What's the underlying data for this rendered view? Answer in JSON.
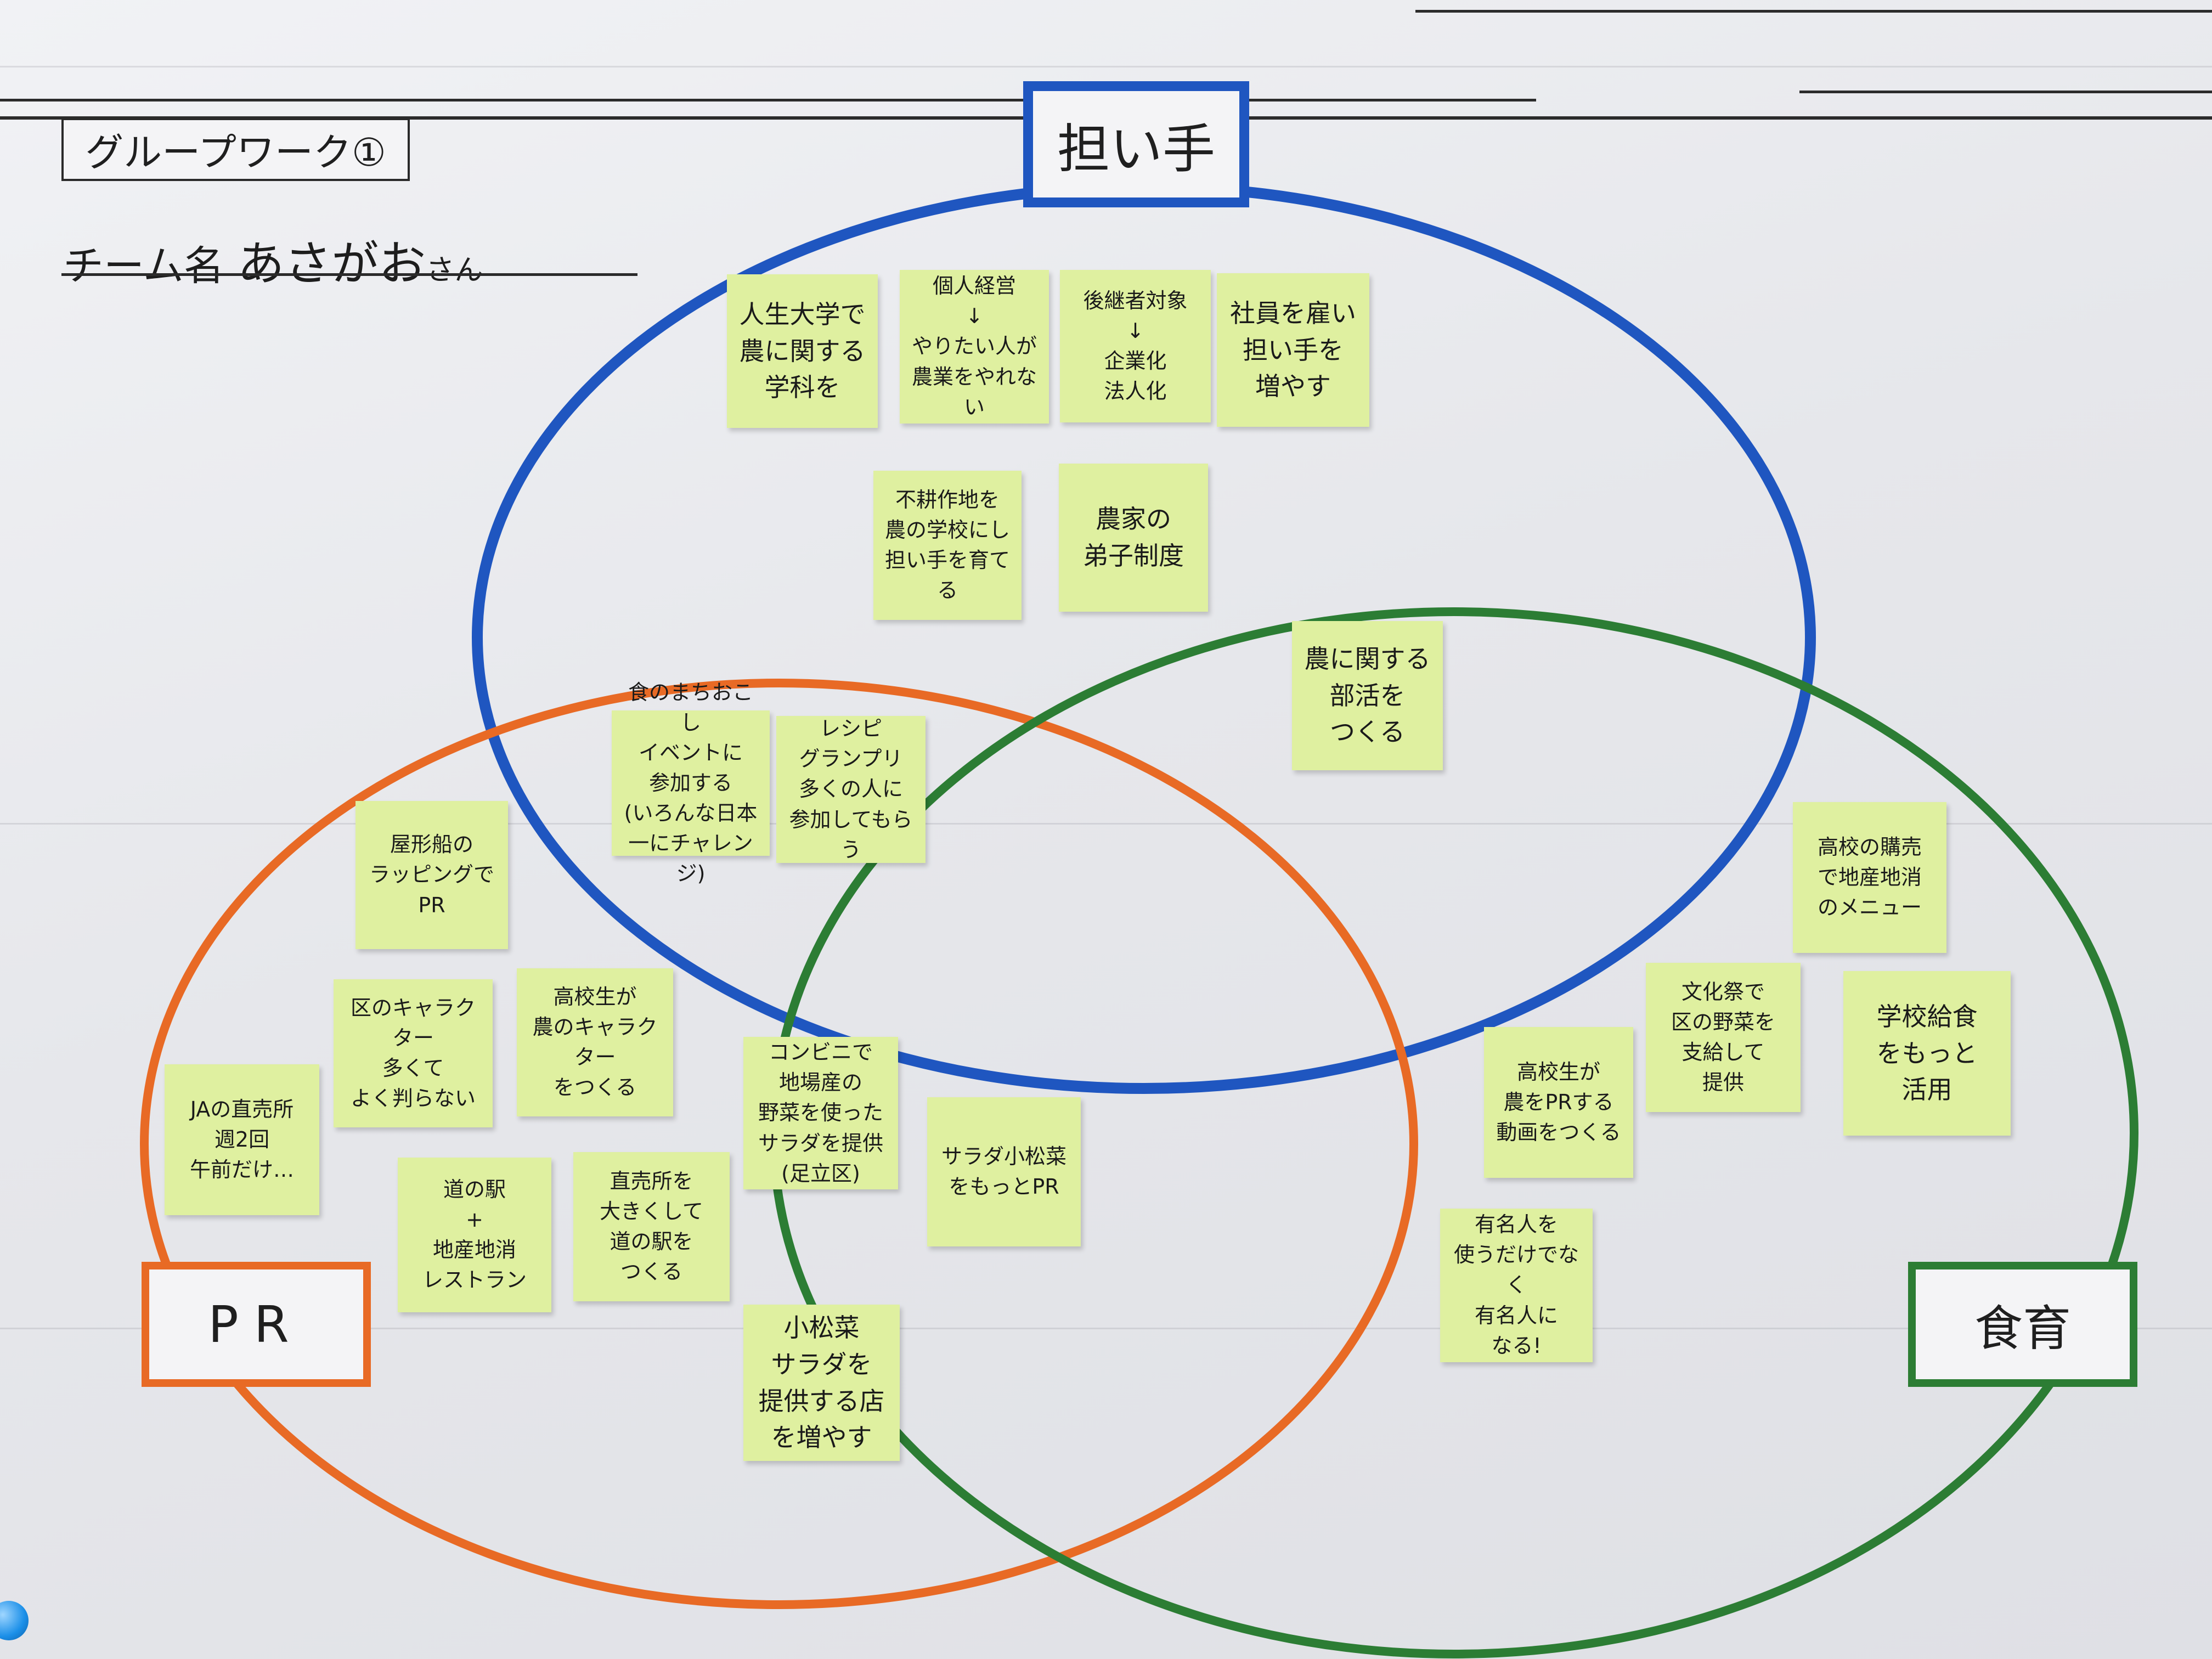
{
  "header": {
    "worksheet_title": "グループワーク①",
    "team_label": "チーム名",
    "team_name": "あさがお",
    "team_suffix": "さん"
  },
  "categories": {
    "top": {
      "label": "担い手",
      "color": "#1f56c0"
    },
    "left": {
      "label": "PR",
      "color": "#e86a25"
    },
    "right": {
      "label": "食育",
      "color": "#2c7d34"
    }
  },
  "notes": [
    {
      "text": "人生大学で\n農に関する\n学科を"
    },
    {
      "text": "個人経営\n↓\nやりたい人が\n農業をやれない"
    },
    {
      "text": "後継者対象\n↓\n企業化\n法人化"
    },
    {
      "text": "社員を雇い\n担い手を\n増やす"
    },
    {
      "text": "不耕作地を\n農の学校にし\n担い手を育てる"
    },
    {
      "text": "農家の\n弟子制度"
    },
    {
      "text": "農に関する\n部活を\nつくる"
    },
    {
      "text": "食のまちおこし\nイベントに\n参加する\n(いろんな日本一にチャレンジ)"
    },
    {
      "text": "レシピ\nグランプリ\n多くの人に\n参加してもらう"
    },
    {
      "text": "屋形船の\nラッピングで\nPR"
    },
    {
      "text": "区のキャラクター\n多くて\nよく判らない"
    },
    {
      "text": "高校生が\n農のキャラクター\nをつくる"
    },
    {
      "text": "JAの直売所\n週2回\n午前だけ…"
    },
    {
      "text": "道の駅\n+\n地産地消\nレストラン"
    },
    {
      "text": "直売所を\n大きくして\n道の駅を\nつくる"
    },
    {
      "text": "コンビニで\n地場産の\n野菜を使った\nサラダを提供\n(足立区)"
    },
    {
      "text": "サラダ小松菜\nをもっとPR"
    },
    {
      "text": "小松菜\nサラダを\n提供する店\nを増やす"
    },
    {
      "text": "高校の購売\nで地産地消\nのメニュー"
    },
    {
      "text": "文化祭で\n区の野菜を\n支給して\n提供"
    },
    {
      "text": "学校給食\nをもっと\n活用"
    },
    {
      "text": "高校生が\n農をPRする\n動画をつくる"
    },
    {
      "text": "有名人を\n使うだけでなく\n有名人に\nなる!"
    }
  ]
}
